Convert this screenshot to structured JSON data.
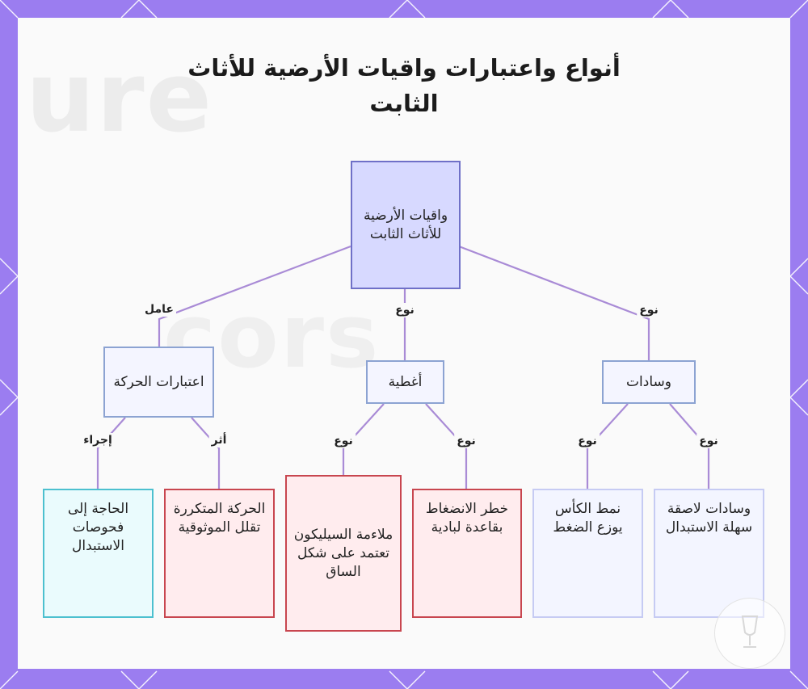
{
  "title": "أنواع واعتبارات واقيات الأرضية للأثاث الثابت",
  "colors": {
    "frame": "#9b7df0",
    "edge": "#a98bd6",
    "root_fill": "#d7d9ff",
    "red_border": "#c8464f",
    "teal_border": "#4cc0cf"
  },
  "nodes": {
    "root": "واقيات الأرضية للأثاث الثابت",
    "movement": "اعتبارات الحركة",
    "covers": "أغطية",
    "pads": "وسادات",
    "need_checks": "الحاجة إلى فحوصات الاستبدال",
    "repeated_motion": "الحركة المتكررة تقلل الموثوقية",
    "silicone_fit": "ملاءمة السيليكون تعتمد على شكل الساق",
    "compression_risk": "خطر الانضغاط بقاعدة لبادية",
    "cup_style": "نمط الكأس يوزع الضغط",
    "adhesive_pads": "وسادات لاصقة سهلة الاستبدال"
  },
  "edge_labels": {
    "root_movement": "عامل",
    "root_covers": "نوع",
    "root_pads": "نوع",
    "movement_checks": "إجراء",
    "movement_motion": "أثر",
    "covers_silicone": "نوع",
    "covers_compression": "نوع",
    "pads_cup": "نوع",
    "pads_adhesive": "نوع"
  }
}
